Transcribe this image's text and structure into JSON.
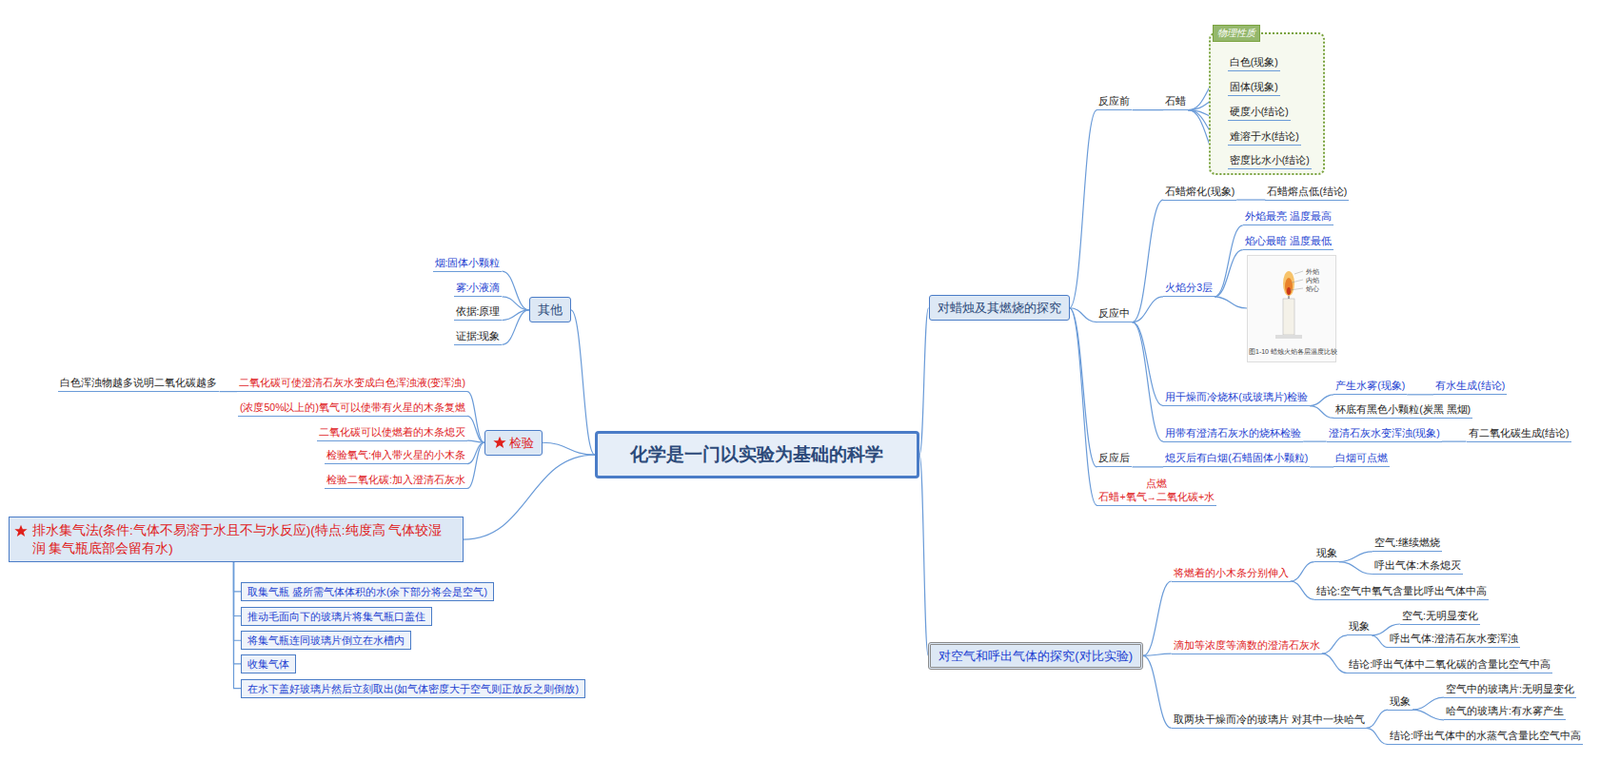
{
  "diagram": {
    "title": "化学是一门以实验为基础的科学",
    "nodes": [
      {
        "text": [
          "化学是一门以实验为基础的科学"
        ]
      },
      {
        "text": [
          "对蜡烛及其燃烧的探究"
        ]
      },
      {
        "text": [
          "反应前"
        ]
      },
      {
        "text": [
          "石蜡"
        ]
      },
      {
        "text": [
          "物理性质"
        ]
      },
      {
        "text": [
          "白色(现象)"
        ],
        "in": 4
      },
      {
        "text": [
          "固体(现象)"
        ],
        "in": 4
      },
      {
        "text": [
          "硬度小(结论)"
        ],
        "in": 4
      },
      {
        "text": [
          "难溶于水(结论)"
        ],
        "in": 4
      },
      {
        "text": [
          "密度比水小(结论)"
        ],
        "in": 4
      },
      {
        "text": [
          "反应中"
        ]
      },
      {
        "text": [
          "石蜡熔化(现象)"
        ]
      },
      {
        "text": [
          "石蜡熔点低(结论)"
        ]
      },
      {
        "text": [
          "火焰分3层"
        ]
      },
      {
        "text": [
          "外焰最亮 温度最高"
        ]
      },
      {
        "text": [
          "焰心最暗 温度最低"
        ]
      },
      {
        "text": [
          "用干燥而冷烧杯(或玻璃片)检验"
        ]
      },
      {
        "text": [
          "产生水雾(现象)"
        ]
      },
      {
        "text": [
          "有水生成(结论)"
        ]
      },
      {
        "text": [
          "杯底有黑色小颗粒(炭黑 黑烟)"
        ]
      },
      {
        "text": [
          "用带有澄清石灰水的烧杯检验"
        ]
      },
      {
        "text": [
          "澄清石灰水变浑浊(现象)"
        ]
      },
      {
        "text": [
          "有二氧化碳生成(结论)"
        ]
      },
      {
        "text": [
          "反应后"
        ]
      },
      {
        "text": [
          "熄灭后有白烟(石蜡固体小颗粒)"
        ]
      },
      {
        "text": [
          "白烟可点燃"
        ]
      },
      {
        "text": [
          "点燃",
          "石蜡+氧气→二氧化碳+水"
        ]
      },
      {
        "text": [
          "对空气和呼出气体的探究(对比实验)"
        ]
      },
      {
        "text": [
          "将燃着的小木条分别伸入"
        ]
      },
      {
        "text": [
          "现象"
        ]
      },
      {
        "text": [
          "空气:继续燃烧"
        ]
      },
      {
        "text": [
          "呼出气体:木条熄灭"
        ]
      },
      {
        "text": [
          "结论:空气中氧气含量比呼出气体中高"
        ]
      },
      {
        "text": [
          "滴加等浓度等滴数的澄清石灰水"
        ]
      },
      {
        "text": [
          "现象"
        ]
      },
      {
        "text": [
          "空气:无明显变化"
        ]
      },
      {
        "text": [
          "呼出气体:澄清石灰水变浑浊"
        ]
      },
      {
        "text": [
          "结论:呼出气体中二氧化碳的含量比空气中高"
        ]
      },
      {
        "text": [
          "取两块干燥而冷的玻璃片 对其中一块哈气"
        ]
      },
      {
        "text": [
          "现象"
        ]
      },
      {
        "text": [
          "空气中的玻璃片:无明显变化"
        ]
      },
      {
        "text": [
          "哈气的玻璃片:有水雾产生"
        ]
      },
      {
        "text": [
          "结论:呼出气体中的水蒸气含量比空气中高"
        ]
      },
      {
        "text": [
          "其他"
        ]
      },
      {
        "text": [
          "烟:固体小颗粒"
        ]
      },
      {
        "text": [
          "雾:小液滴"
        ]
      },
      {
        "text": [
          "依据:原理"
        ]
      },
      {
        "text": [
          "证据:现象"
        ]
      },
      {
        "text": [
          "检验"
        ]
      },
      {
        "text": [
          "二氧化碳可使澄清石灰水变成白色浑浊液(变浑浊)"
        ]
      },
      {
        "text": [
          "白色浑浊物越多说明二氧化碳越多"
        ]
      },
      {
        "text": [
          "(浓度50%以上的)氧气可以使带有火星的木条复燃"
        ]
      },
      {
        "text": [
          "二氧化碳可以使燃着的木条熄灭"
        ]
      },
      {
        "text": [
          "检验氧气:伸入带火星的小木条"
        ]
      },
      {
        "text": [
          "检验二氧化碳:加入澄清石灰水"
        ]
      },
      {
        "text": [
          "排水集气法(条件:气体不易溶于水且不与水反应)(特点:纯度高 气体较湿润 集气瓶底部会留有水)"
        ]
      },
      {
        "text": [
          "取集气瓶 盛所需气体体积的水(余下部分将会是空气)"
        ]
      },
      {
        "text": [
          "推动毛面向下的玻璃片将集气瓶口盖住"
        ]
      },
      {
        "text": [
          "将集气瓶连同玻璃片倒立在水槽内"
        ]
      },
      {
        "text": [
          "收集气体"
        ]
      },
      {
        "text": [
          "在水下盖好玻璃片然后立刻取出(如气体密度大于空气则正放反之则倒放)"
        ]
      }
    ],
    "edges": [
      {
        "from": 0,
        "to": 1,
        "arrow": "none"
      },
      {
        "from": 1,
        "to": 2,
        "arrow": "none"
      },
      {
        "from": 2,
        "to": 3,
        "arrow": "none"
      },
      {
        "from": 3,
        "to": 5,
        "arrow": "none"
      },
      {
        "from": 3,
        "to": 6,
        "arrow": "none"
      },
      {
        "from": 3,
        "to": 7,
        "arrow": "none"
      },
      {
        "from": 3,
        "to": 8,
        "arrow": "none"
      },
      {
        "from": 3,
        "to": 9,
        "arrow": "none"
      },
      {
        "from": 1,
        "to": 10,
        "arrow": "none"
      },
      {
        "from": 10,
        "to": 11,
        "arrow": "none"
      },
      {
        "from": 11,
        "to": 12,
        "arrow": "none"
      },
      {
        "from": 10,
        "to": 13,
        "arrow": "none"
      },
      {
        "from": 13,
        "to": 14,
        "arrow": "none"
      },
      {
        "from": 13,
        "to": 15,
        "arrow": "none"
      },
      {
        "from": 10,
        "to": 16,
        "arrow": "none"
      },
      {
        "from": 16,
        "to": 17,
        "arrow": "none"
      },
      {
        "from": 17,
        "to": 18,
        "arrow": "none"
      },
      {
        "from": 16,
        "to": 19,
        "arrow": "none"
      },
      {
        "from": 10,
        "to": 20,
        "arrow": "none"
      },
      {
        "from": 20,
        "to": 21,
        "arrow": "none"
      },
      {
        "from": 21,
        "to": 22,
        "arrow": "none"
      },
      {
        "from": 1,
        "to": 23,
        "arrow": "none"
      },
      {
        "from": 23,
        "to": 24,
        "arrow": "none"
      },
      {
        "from": 24,
        "to": 25,
        "arrow": "none"
      },
      {
        "from": 1,
        "to": 26,
        "arrow": "none"
      },
      {
        "from": 0,
        "to": 27,
        "arrow": "none"
      },
      {
        "from": 27,
        "to": 28,
        "arrow": "none"
      },
      {
        "from": 28,
        "to": 29,
        "arrow": "none"
      },
      {
        "from": 29,
        "to": 30,
        "arrow": "none"
      },
      {
        "from": 29,
        "to": 31,
        "arrow": "none"
      },
      {
        "from": 28,
        "to": 32,
        "arrow": "none"
      },
      {
        "from": 27,
        "to": 33,
        "arrow": "none"
      },
      {
        "from": 33,
        "to": 34,
        "arrow": "none"
      },
      {
        "from": 34,
        "to": 35,
        "arrow": "none"
      },
      {
        "from": 34,
        "to": 36,
        "arrow": "none"
      },
      {
        "from": 33,
        "to": 37,
        "arrow": "none"
      },
      {
        "from": 27,
        "to": 38,
        "arrow": "none"
      },
      {
        "from": 38,
        "to": 39,
        "arrow": "none"
      },
      {
        "from": 39,
        "to": 40,
        "arrow": "none"
      },
      {
        "from": 39,
        "to": 41,
        "arrow": "none"
      },
      {
        "from": 38,
        "to": 42,
        "arrow": "none"
      },
      {
        "from": 0,
        "to": 43,
        "arrow": "none"
      },
      {
        "from": 43,
        "to": 44,
        "arrow": "none"
      },
      {
        "from": 43,
        "to": 45,
        "arrow": "none"
      },
      {
        "from": 43,
        "to": 46,
        "arrow": "none"
      },
      {
        "from": 43,
        "to": 47,
        "arrow": "none"
      },
      {
        "from": 0,
        "to": 48,
        "arrow": "none"
      },
      {
        "from": 48,
        "to": 49,
        "arrow": "none"
      },
      {
        "from": 49,
        "to": 50,
        "arrow": "none"
      },
      {
        "from": 48,
        "to": 51,
        "arrow": "none"
      },
      {
        "from": 48,
        "to": 52,
        "arrow": "none"
      },
      {
        "from": 48,
        "to": 53,
        "arrow": "none"
      },
      {
        "from": 48,
        "to": 54,
        "arrow": "none"
      },
      {
        "from": 0,
        "to": 55,
        "arrow": "none"
      },
      {
        "from": 55,
        "to": 56,
        "arrow": "none"
      },
      {
        "from": 55,
        "to": 57,
        "arrow": "none"
      },
      {
        "from": 55,
        "to": 58,
        "arrow": "none"
      },
      {
        "from": 55,
        "to": 59,
        "arrow": "none"
      },
      {
        "from": 55,
        "to": 60,
        "arrow": "none"
      }
    ],
    "labels": [
      "外焰",
      "内焰",
      "焰心",
      "图1-10 蜡烛火焰各层温度比较"
    ]
  }
}
